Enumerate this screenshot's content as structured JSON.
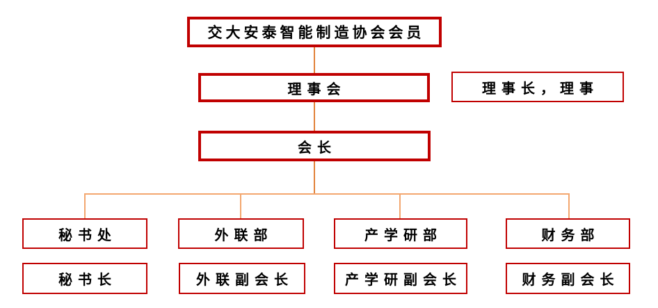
{
  "colors": {
    "box_border": "#C00000",
    "connector_dark": "#E2823A",
    "connector_light": "#F3A66E",
    "text": "#000000",
    "background": "#FFFFFF"
  },
  "org": {
    "root": "交大安泰智能制造协会会员",
    "board": "理事会",
    "board_note": "理事长，理事",
    "president": "会长",
    "departments": [
      {
        "name": "秘书处",
        "head": "秘书长"
      },
      {
        "name": "外联部",
        "head": "外联副会长"
      },
      {
        "name": "产学研部",
        "head": "产学研副会长"
      },
      {
        "name": "财务部",
        "head": "财务副会长"
      }
    ]
  }
}
